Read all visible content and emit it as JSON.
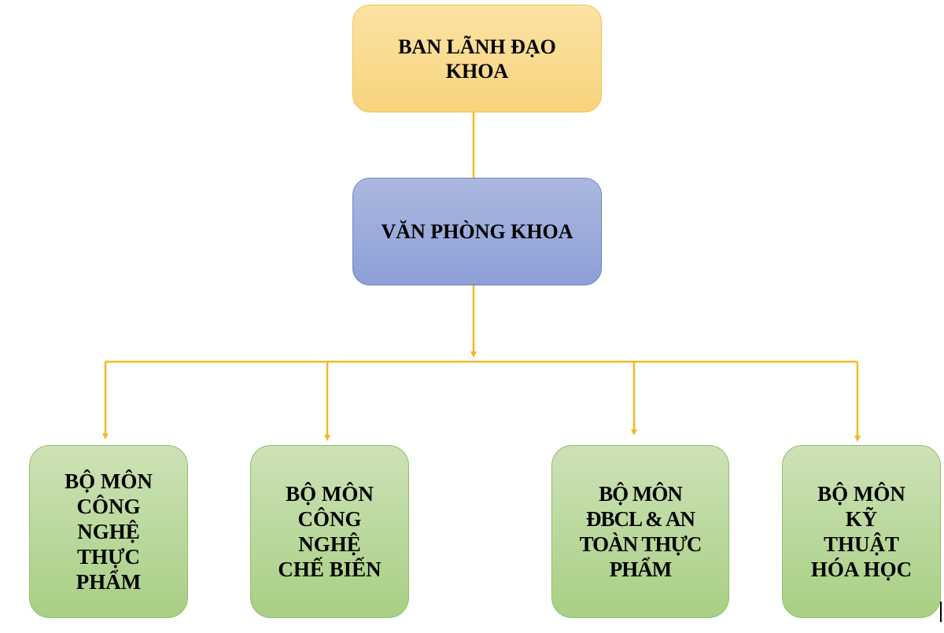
{
  "diagram": {
    "top_box": {
      "lines": [
        "BAN LÃNH ĐẠO",
        "KHOA"
      ]
    },
    "middle_box": {
      "lines": [
        "VĂN PHÒNG KHOA"
      ]
    },
    "departments": [
      {
        "lines": [
          "BỘ MÔN",
          "CÔNG",
          "NGHỆ",
          "THỰC",
          "PHẨM"
        ]
      },
      {
        "lines": [
          "BỘ MÔN",
          "CÔNG",
          "NGHỆ",
          "CHẾ BIẾN"
        ]
      },
      {
        "lines": [
          "BỘ MÔN",
          "ĐBCL & AN",
          "TOÀN THỰC",
          "PHẨM"
        ]
      },
      {
        "lines": [
          "BỘ MÔN",
          "KỸ",
          "THUẬT",
          "HÓA HỌC"
        ]
      }
    ],
    "colors": {
      "connector": "#f2b829",
      "top_fill": "#f8d37e",
      "middle_fill": "#8d9fd6",
      "department_fill": "#a8cf85"
    }
  }
}
